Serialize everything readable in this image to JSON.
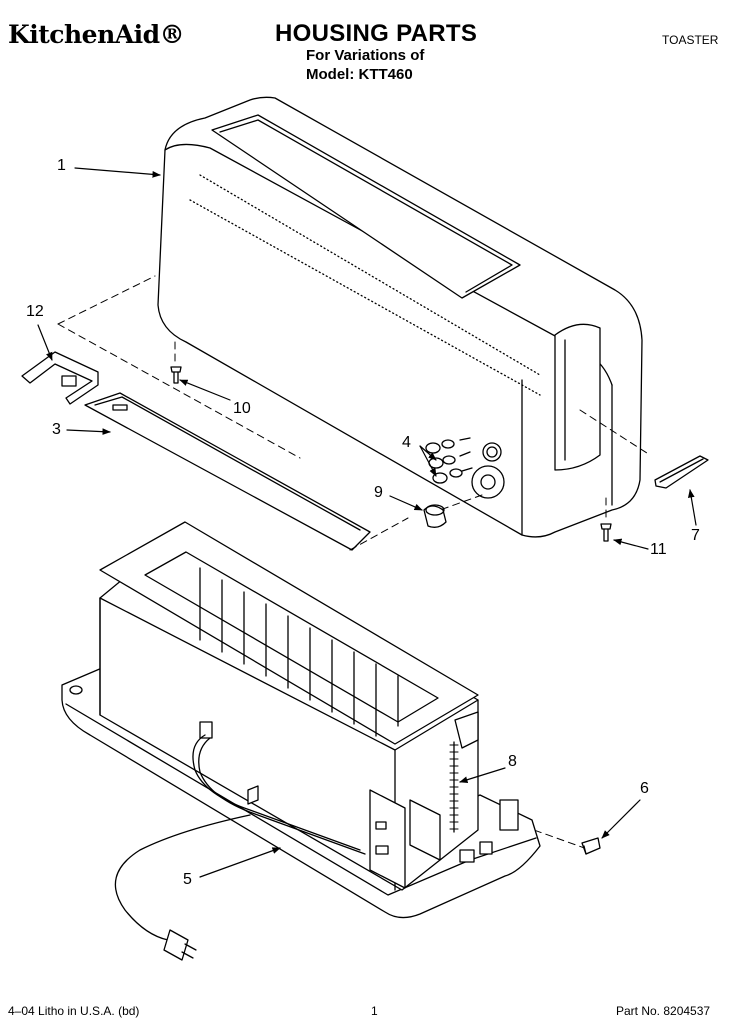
{
  "header": {
    "brand": "KitchenAid®",
    "title": "HOUSING PARTS",
    "subtitle_line1": "For Variations of",
    "subtitle_line2": "Model: KTT460",
    "category": "TOASTER"
  },
  "callouts": {
    "c1": "1",
    "c3": "3",
    "c4": "4",
    "c5": "5",
    "c6": "6",
    "c7": "7",
    "c8": "8",
    "c9": "9",
    "c10": "10",
    "c11": "11",
    "c12": "12"
  },
  "footer": {
    "litho": "4–04 Litho in U.S.A. (bd)",
    "page": "1",
    "part_no": "Part No. 8204537"
  }
}
